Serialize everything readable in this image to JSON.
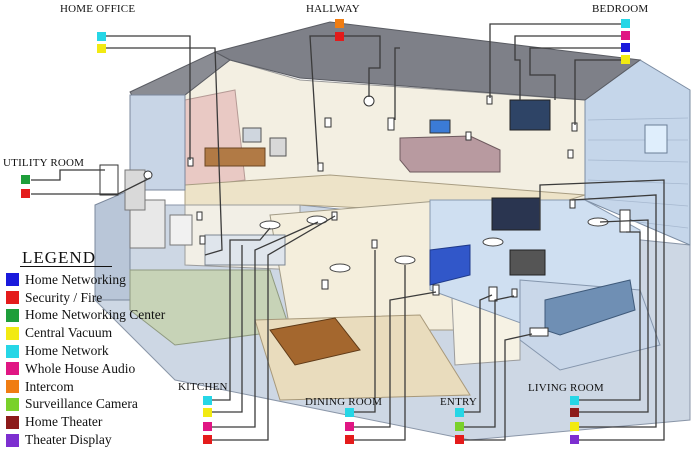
{
  "rooms": {
    "home_office": "HOME OFFICE",
    "hallway": "HALLWAY",
    "bedroom": "BEDROOM",
    "utility_room": "UTILITY ROOM",
    "kitchen": "KITCHEN",
    "dining_room": "DINING ROOM",
    "entry": "ENTRY",
    "living_room": "LIVING ROOM"
  },
  "legend": {
    "title": "LEGEND",
    "items": [
      {
        "label": "Home Networking",
        "color": "#1a1adc"
      },
      {
        "label": "Security / Fire",
        "color": "#e41b1b"
      },
      {
        "label": "Home Networking Center",
        "color": "#1e9e3a"
      },
      {
        "label": "Central Vacuum",
        "color": "#f2ea12"
      },
      {
        "label": "Home Network",
        "color": "#26d6e6"
      },
      {
        "label": "Whole House Audio",
        "color": "#e01683"
      },
      {
        "label": "Intercom",
        "color": "#f07d12"
      },
      {
        "label": "Surveillance Camera",
        "color": "#7ad12a"
      },
      {
        "label": "Home Theater",
        "color": "#8c1a1a"
      },
      {
        "label": "Theater Display",
        "color": "#7d2fd0"
      }
    ]
  },
  "colors": {
    "roof": "#7d7f86",
    "siding": "#bfd0e4",
    "interior_wall": "#f1ecdc",
    "floor": "#ece4cc",
    "wire": "#3b3b3b"
  }
}
